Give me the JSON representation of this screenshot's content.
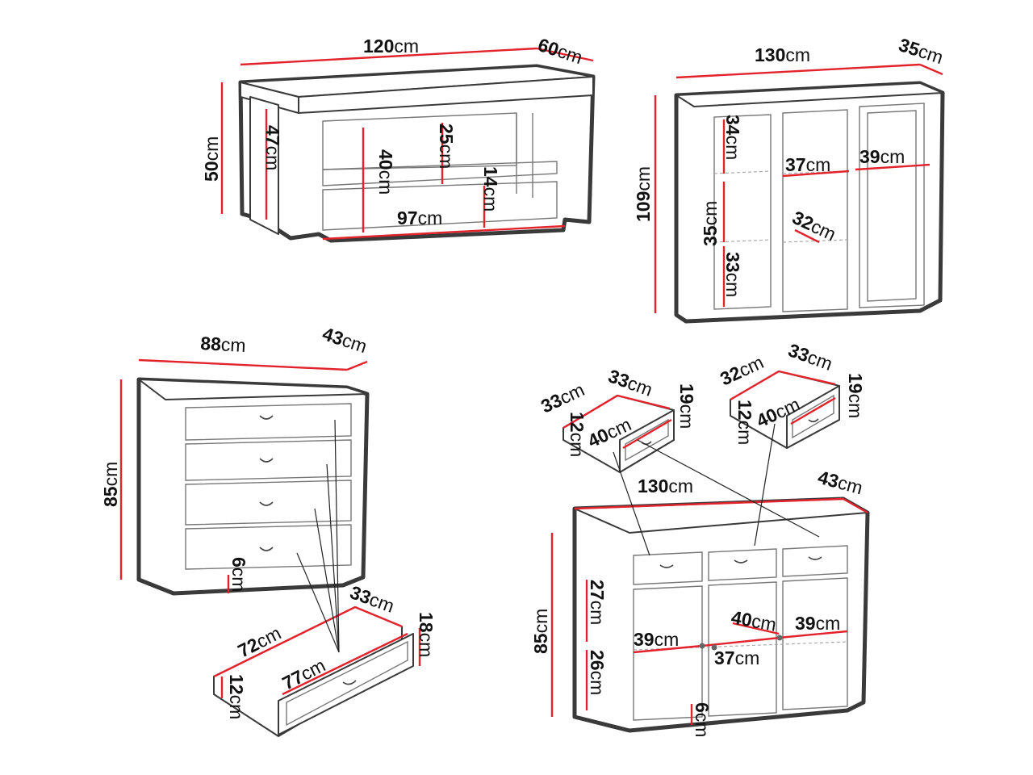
{
  "colors": {
    "dimension": "#e2232b",
    "outline": "#3a3a3a",
    "background": "#ffffff"
  },
  "unit": "cm",
  "labels": [
    {
      "id": "tt-w",
      "value": "120"
    },
    {
      "id": "tt-d",
      "value": "60"
    },
    {
      "id": "tt-h",
      "value": "50"
    },
    {
      "id": "tt-h2",
      "value": "47"
    },
    {
      "id": "tt-in",
      "value": "40"
    },
    {
      "id": "tt-sh",
      "value": "25"
    },
    {
      "id": "tt-lo",
      "value": "14"
    },
    {
      "id": "tt-iw",
      "value": "97"
    },
    {
      "id": "vt-w",
      "value": "130"
    },
    {
      "id": "vt-d",
      "value": "35"
    },
    {
      "id": "vt-h",
      "value": "109"
    },
    {
      "id": "vt-up",
      "value": "34"
    },
    {
      "id": "vt-mid",
      "value": "35"
    },
    {
      "id": "vt-lo",
      "value": "33"
    },
    {
      "id": "vt-c1",
      "value": "37"
    },
    {
      "id": "vt-c2",
      "value": "39"
    },
    {
      "id": "vt-dp",
      "value": "32"
    },
    {
      "id": "ch-w",
      "value": "88"
    },
    {
      "id": "ch-d",
      "value": "43"
    },
    {
      "id": "ch-h",
      "value": "85"
    },
    {
      "id": "ch-ft",
      "value": "6"
    },
    {
      "id": "dr-l",
      "value": "72"
    },
    {
      "id": "dr-d",
      "value": "33"
    },
    {
      "id": "dr-h",
      "value": "18"
    },
    {
      "id": "dr-ih",
      "value": "12"
    },
    {
      "id": "dr-iw",
      "value": "77"
    },
    {
      "id": "sd1-a",
      "value": "33"
    },
    {
      "id": "sd1-b",
      "value": "33"
    },
    {
      "id": "sd1-h",
      "value": "19"
    },
    {
      "id": "sd1-ih",
      "value": "12"
    },
    {
      "id": "sd1-w",
      "value": "40"
    },
    {
      "id": "sd2-a",
      "value": "32"
    },
    {
      "id": "sd2-b",
      "value": "33"
    },
    {
      "id": "sd2-h",
      "value": "19"
    },
    {
      "id": "sd2-ih",
      "value": "12"
    },
    {
      "id": "sd2-w",
      "value": "40"
    },
    {
      "id": "sb-w",
      "value": "130"
    },
    {
      "id": "sb-d",
      "value": "43"
    },
    {
      "id": "sb-h",
      "value": "85"
    },
    {
      "id": "sb-up",
      "value": "27"
    },
    {
      "id": "sb-lo",
      "value": "26"
    },
    {
      "id": "sb-c1",
      "value": "39"
    },
    {
      "id": "sb-c2",
      "value": "40"
    },
    {
      "id": "sb-c3",
      "value": "39"
    },
    {
      "id": "sb-c4",
      "value": "37"
    },
    {
      "id": "sb-ft",
      "value": "6"
    }
  ]
}
